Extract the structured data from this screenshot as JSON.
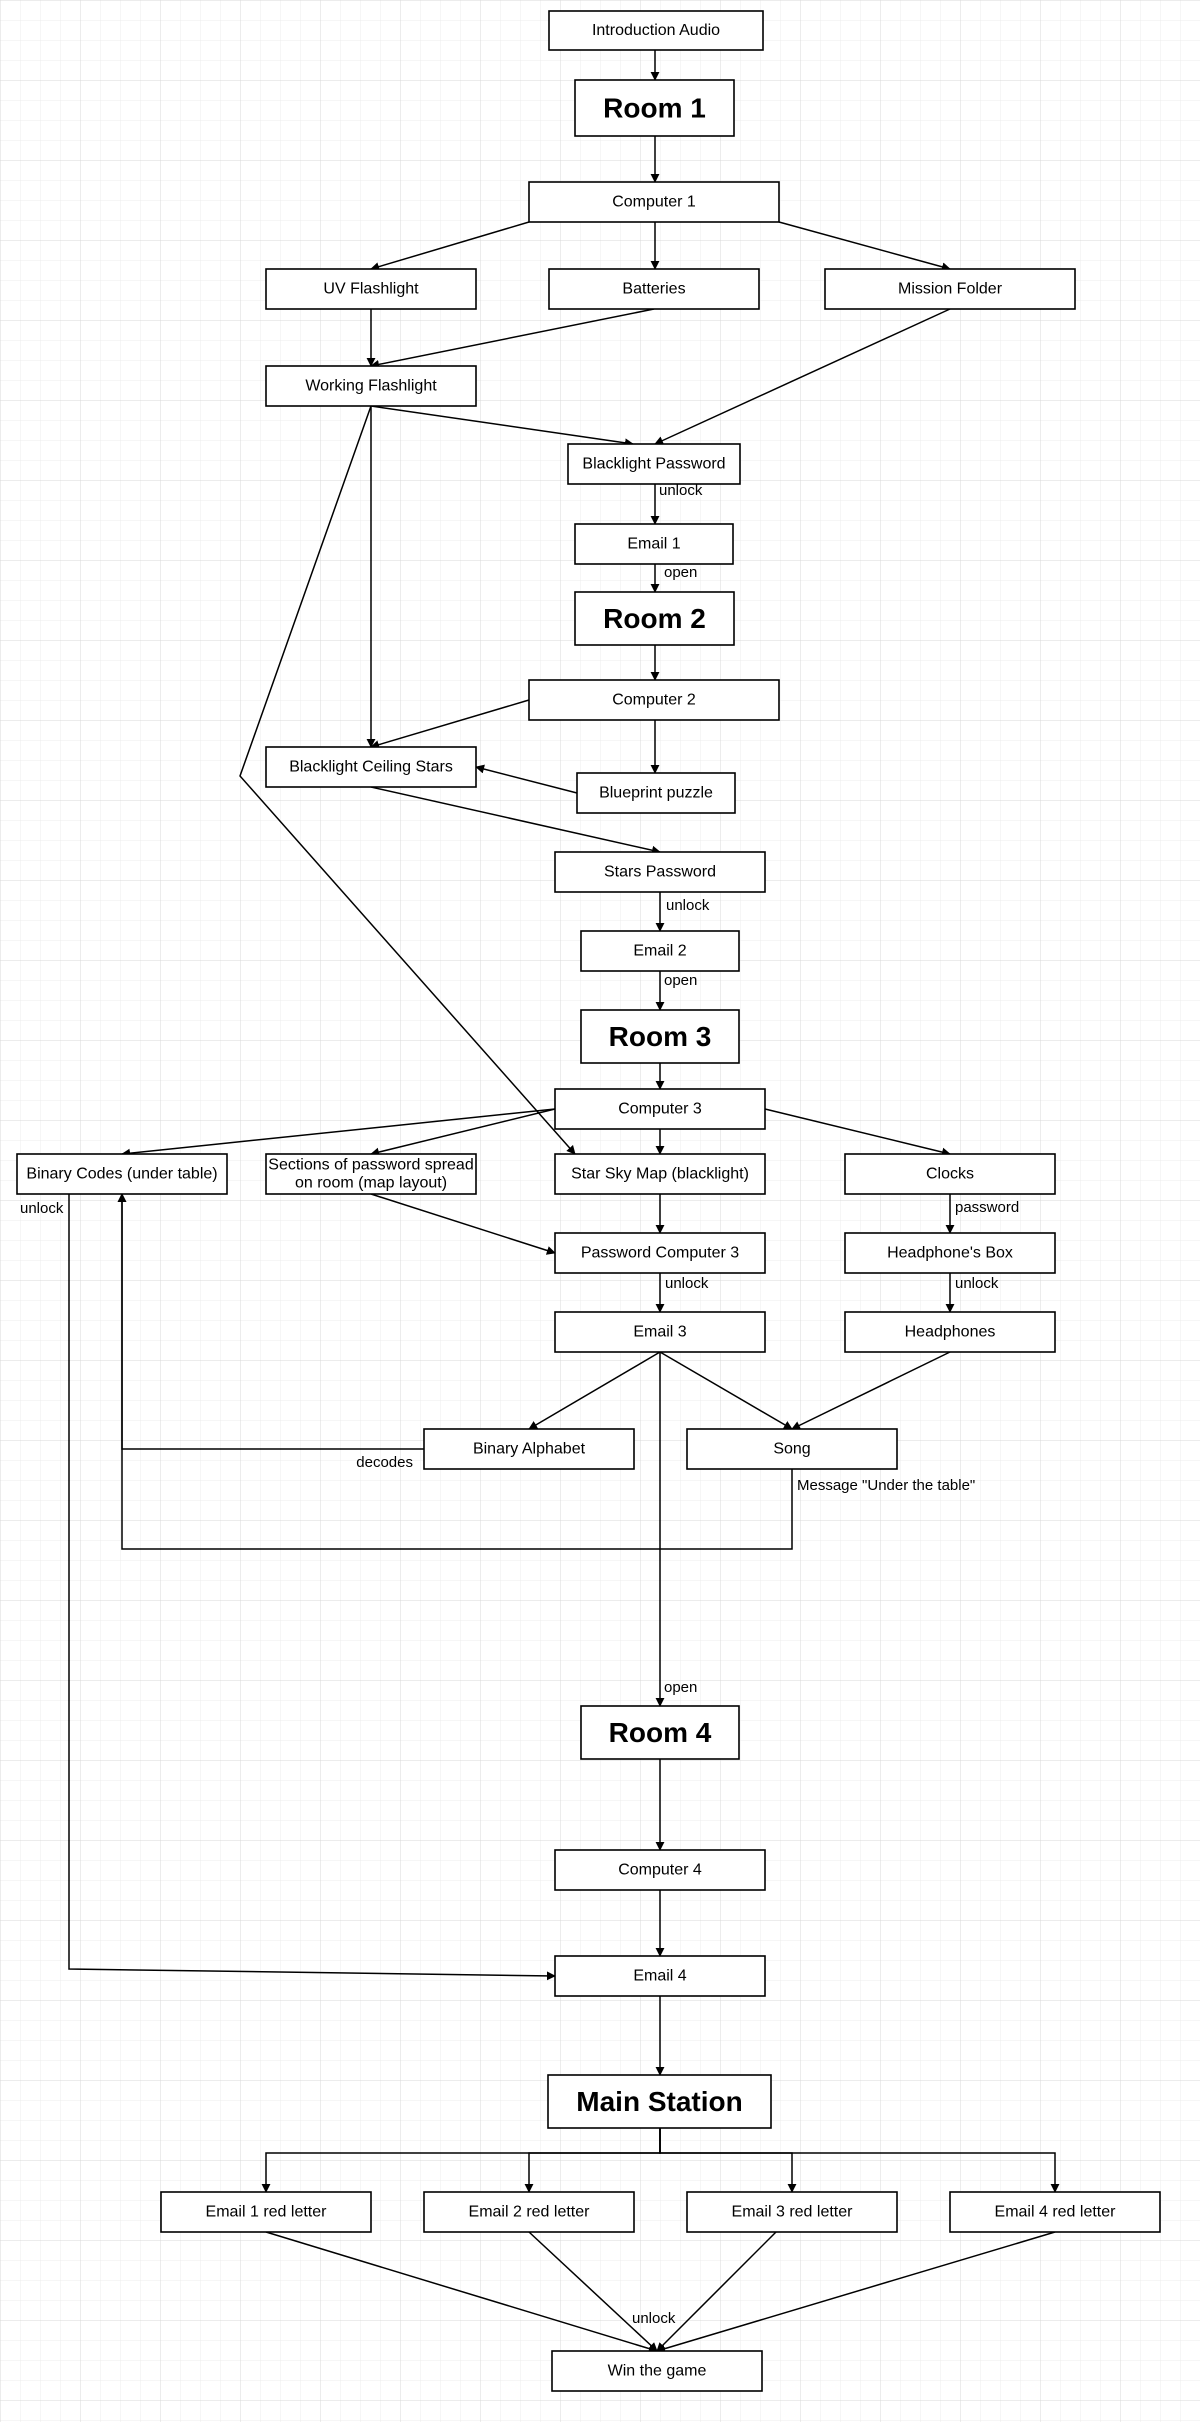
{
  "nodes": [
    {
      "id": "intro",
      "label": [
        "Introduction Audio"
      ]
    },
    {
      "id": "room1",
      "label": [
        "Room 1"
      ],
      "heading": true
    },
    {
      "id": "comp1",
      "label": [
        "Computer 1"
      ]
    },
    {
      "id": "uvflash",
      "label": [
        "UV Flashlight"
      ]
    },
    {
      "id": "batteries",
      "label": [
        "Batteries"
      ]
    },
    {
      "id": "mission",
      "label": [
        "Mission Folder"
      ]
    },
    {
      "id": "workflash",
      "label": [
        "Working Flashlight"
      ]
    },
    {
      "id": "blackpw",
      "label": [
        "Blacklight Password"
      ]
    },
    {
      "id": "email1",
      "label": [
        "Email 1"
      ]
    },
    {
      "id": "room2",
      "label": [
        "Room 2"
      ],
      "heading": true
    },
    {
      "id": "comp2",
      "label": [
        "Computer 2"
      ]
    },
    {
      "id": "ceilstars",
      "label": [
        "Blacklight Ceiling Stars"
      ]
    },
    {
      "id": "blueprint",
      "label": [
        "Blueprint puzzle"
      ]
    },
    {
      "id": "starspw",
      "label": [
        "Stars Password"
      ]
    },
    {
      "id": "email2",
      "label": [
        "Email 2"
      ]
    },
    {
      "id": "room3",
      "label": [
        "Room 3"
      ],
      "heading": true
    },
    {
      "id": "comp3",
      "label": [
        "Computer 3"
      ]
    },
    {
      "id": "binary",
      "label": [
        "Binary Codes (under table)"
      ]
    },
    {
      "id": "sections",
      "label": [
        "Sections of password spread",
        "on room (map layout)"
      ]
    },
    {
      "id": "starsky",
      "label": [
        "Star Sky Map (blacklight)"
      ]
    },
    {
      "id": "clocks",
      "label": [
        "Clocks"
      ]
    },
    {
      "id": "pwcomp3",
      "label": [
        "Password Computer 3"
      ]
    },
    {
      "id": "hpbox",
      "label": [
        "Headphone's Box"
      ]
    },
    {
      "id": "email3",
      "label": [
        "Email 3"
      ]
    },
    {
      "id": "headphones",
      "label": [
        "Headphones"
      ]
    },
    {
      "id": "binalpha",
      "label": [
        "Binary Alphabet"
      ]
    },
    {
      "id": "song",
      "label": [
        "Song"
      ]
    },
    {
      "id": "room4",
      "label": [
        "Room 4"
      ],
      "heading": true
    },
    {
      "id": "comp4",
      "label": [
        "Computer 4"
      ]
    },
    {
      "id": "email4",
      "label": [
        "Email 4"
      ]
    },
    {
      "id": "mainstation",
      "label": [
        "Main Station"
      ],
      "heading": true
    },
    {
      "id": "e1red",
      "label": [
        "Email 1 red letter"
      ]
    },
    {
      "id": "e2red",
      "label": [
        "Email 2 red letter"
      ]
    },
    {
      "id": "e3red",
      "label": [
        "Email 3 red letter"
      ]
    },
    {
      "id": "e4red",
      "label": [
        "Email 4 red letter"
      ]
    },
    {
      "id": "win",
      "label": [
        "Win the game"
      ]
    }
  ],
  "edges": [
    {
      "id": "intro-room1",
      "from": "intro",
      "to": "room1"
    },
    {
      "id": "room1-comp1",
      "from": "room1",
      "to": "comp1"
    },
    {
      "id": "comp1-uvflash",
      "from": "comp1",
      "to": "uvflash"
    },
    {
      "id": "comp1-batteries",
      "from": "comp1",
      "to": "batteries"
    },
    {
      "id": "comp1-mission",
      "from": "comp1",
      "to": "mission"
    },
    {
      "id": "uvflash-workflash",
      "from": "uvflash",
      "to": "workflash"
    },
    {
      "id": "batteries-workflash",
      "from": "batteries",
      "to": "workflash"
    },
    {
      "id": "mission-blackpw",
      "from": "mission",
      "to": "blackpw"
    },
    {
      "id": "workflash-blackpw",
      "from": "workflash",
      "to": "blackpw"
    },
    {
      "id": "blackpw-email1",
      "from": "blackpw",
      "to": "email1",
      "label": "unlock"
    },
    {
      "id": "email1-room2",
      "from": "email1",
      "to": "room2",
      "label": "open"
    },
    {
      "id": "room2-comp2",
      "from": "room2",
      "to": "comp2"
    },
    {
      "id": "workflash-ceilstars",
      "from": "workflash",
      "to": "ceilstars"
    },
    {
      "id": "comp2-ceilstars",
      "from": "comp2",
      "to": "ceilstars"
    },
    {
      "id": "comp2-blueprint",
      "from": "comp2",
      "to": "blueprint"
    },
    {
      "id": "blueprint-ceilstars",
      "from": "blueprint",
      "to": "ceilstars"
    },
    {
      "id": "ceilstars-starspw",
      "from": "ceilstars",
      "to": "starspw"
    },
    {
      "id": "starspw-email2",
      "from": "starspw",
      "to": "email2",
      "label": "unlock"
    },
    {
      "id": "email2-room3",
      "from": "email2",
      "to": "room3",
      "label": "open"
    },
    {
      "id": "room3-comp3",
      "from": "room3",
      "to": "comp3"
    },
    {
      "id": "workflash-starsky",
      "from": "workflash",
      "to": "starsky"
    },
    {
      "id": "comp3-binary",
      "from": "comp3",
      "to": "binary"
    },
    {
      "id": "comp3-sections",
      "from": "comp3",
      "to": "sections"
    },
    {
      "id": "comp3-starsky",
      "from": "comp3",
      "to": "starsky"
    },
    {
      "id": "comp3-clocks",
      "from": "comp3",
      "to": "clocks"
    },
    {
      "id": "sections-pwcomp3",
      "from": "sections",
      "to": "pwcomp3"
    },
    {
      "id": "starsky-pwcomp3",
      "from": "starsky",
      "to": "pwcomp3"
    },
    {
      "id": "clocks-hpbox",
      "from": "clocks",
      "to": "hpbox",
      "label": "password"
    },
    {
      "id": "pwcomp3-email3",
      "from": "pwcomp3",
      "to": "email3",
      "label": "unlock"
    },
    {
      "id": "hpbox-headphones",
      "from": "hpbox",
      "to": "headphones",
      "label": "unlock"
    },
    {
      "id": "email3-binalpha",
      "from": "email3",
      "to": "binalpha"
    },
    {
      "id": "email3-song",
      "from": "email3",
      "to": "song"
    },
    {
      "id": "headphones-song",
      "from": "headphones",
      "to": "song"
    },
    {
      "id": "binalpha-binary",
      "from": "binalpha",
      "to": "binary",
      "label": "decodes"
    },
    {
      "id": "song-binary",
      "from": "song",
      "to": "binary",
      "label": "Message \"Under the table\""
    },
    {
      "id": "email3-room4",
      "from": "email3",
      "to": "room4",
      "label": "open"
    },
    {
      "id": "binary-email4",
      "from": "binary",
      "to": "email4",
      "label": "unlock"
    },
    {
      "id": "room4-comp4",
      "from": "room4",
      "to": "comp4"
    },
    {
      "id": "comp4-email4",
      "from": "comp4",
      "to": "email4"
    },
    {
      "id": "email4-mainstation",
      "from": "email4",
      "to": "mainstation"
    },
    {
      "id": "mainstation-e1red",
      "from": "mainstation",
      "to": "e1red"
    },
    {
      "id": "mainstation-e2red",
      "from": "mainstation",
      "to": "e2red"
    },
    {
      "id": "mainstation-e3red",
      "from": "mainstation",
      "to": "e3red"
    },
    {
      "id": "mainstation-e4red",
      "from": "mainstation",
      "to": "e4red"
    },
    {
      "id": "e1red-win",
      "from": "e1red",
      "to": "win"
    },
    {
      "id": "e2red-win",
      "from": "e2red",
      "to": "win"
    },
    {
      "id": "e3red-win",
      "from": "e3red",
      "to": "win",
      "label": "unlock"
    },
    {
      "id": "e4red-win",
      "from": "e4red",
      "to": "win"
    }
  ]
}
